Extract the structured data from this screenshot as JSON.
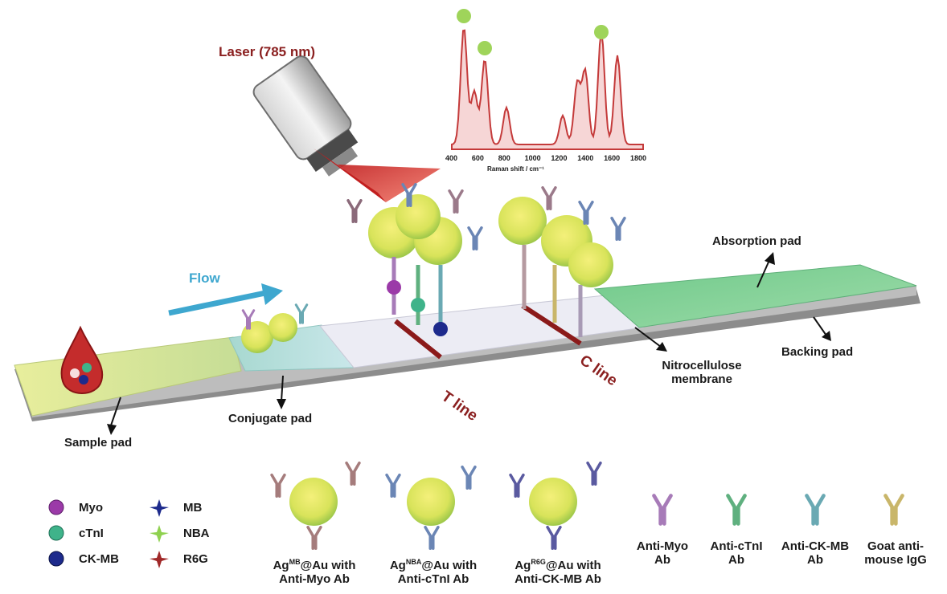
{
  "laser": {
    "label": "Laser (785 nm)"
  },
  "spectrum": {
    "xlabel": "Raman shift / cm⁻¹",
    "ticks": [
      "400",
      "600",
      "800",
      "1000",
      "1200",
      "1400",
      "1600",
      "1800"
    ]
  },
  "flow": {
    "label": "Flow"
  },
  "strip": {
    "sample_pad": "Sample pad",
    "conjugate_pad": "Conjugate pad",
    "t_line": "T line",
    "c_line": "C line",
    "nitrocellulose_line1": "Nitrocellulose",
    "nitrocellulose_line2": "membrane",
    "absorption_pad": "Absorption pad",
    "backing_pad": "Backing pad"
  },
  "legend_analytes": [
    {
      "label": "Myo",
      "color": "#9b3aa8"
    },
    {
      "label": "cTnI",
      "color": "#3fb38a"
    },
    {
      "label": "CK-MB",
      "color": "#1d2a8c"
    }
  ],
  "legend_reporters": [
    {
      "label": "MB",
      "color": "#1d2a8c"
    },
    {
      "label": "NBA",
      "color": "#8fd14f"
    },
    {
      "label": "R6G",
      "color": "#a02828"
    }
  ],
  "nanotags": [
    {
      "base": "Ag",
      "sup": "MB",
      "tail": "@Au with",
      "line2": "Anti-Myo Ab"
    },
    {
      "base": "Ag",
      "sup": "NBA",
      "tail": "@Au with",
      "line2": "Anti-cTnI Ab"
    },
    {
      "base": "Ag",
      "sup": "R6G",
      "tail": "@Au with",
      "line2": "Anti-CK-MB Ab"
    }
  ],
  "antibodies": [
    {
      "line1": "Anti-Myo",
      "line2": "Ab",
      "color": "#a77bb8"
    },
    {
      "line1": "Anti-cTnI",
      "line2": "Ab",
      "color": "#5fb07f"
    },
    {
      "line1": "Anti-CK-MB",
      "line2": "Ab",
      "color": "#6aa9b3"
    },
    {
      "line1": "Goat anti-",
      "line2": "mouse IgG",
      "color": "#c9b66a"
    }
  ]
}
